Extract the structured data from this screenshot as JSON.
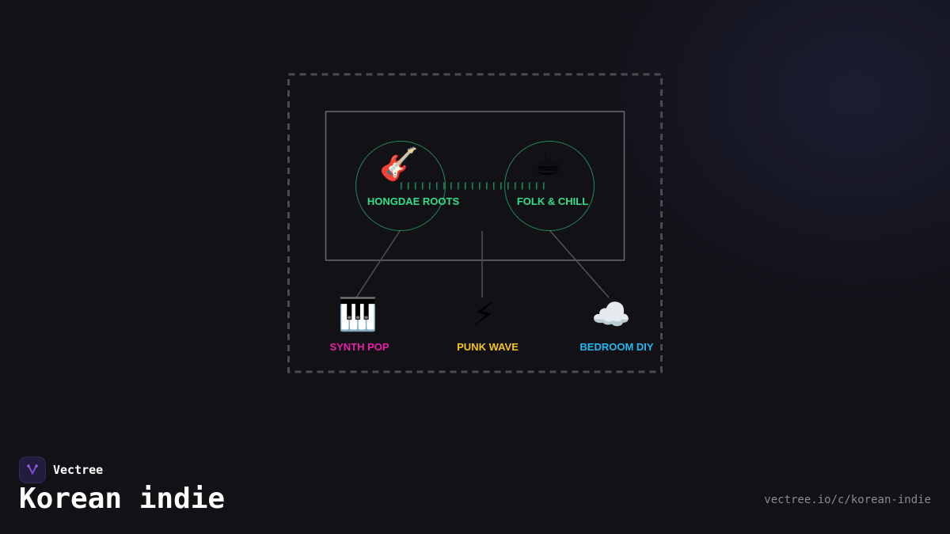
{
  "diagram": {
    "top_nodes": [
      {
        "label": "HONGDAE ROOTS",
        "icon": "guitar-icon",
        "glyph": "🎸"
      },
      {
        "label": "FOLK & CHILL",
        "icon": "coffee-icon",
        "glyph": "☕"
      }
    ],
    "bottom_nodes": [
      {
        "label": "SYNTH POP",
        "icon": "piano-keys-icon",
        "glyph": "🎹",
        "color": "#e91ea8"
      },
      {
        "label": "PUNK WAVE",
        "icon": "lightning-icon",
        "glyph": "⚡",
        "color": "#f5c518"
      },
      {
        "label": "BEDROOM DIY",
        "icon": "cloud-icon",
        "glyph": "☁️",
        "color": "#20b8f0"
      }
    ],
    "colors": {
      "top_label": "#2fe08a",
      "circle_stroke": "#1e8c58",
      "frame": "#6a6a70",
      "dashed": "#4a4a50",
      "connector": "#505056"
    }
  },
  "footer": {
    "brand": "Vectree",
    "logo_icon": "vectree-logo-icon",
    "title": "Korean indie",
    "url": "vectree.io/c/korean-indie"
  }
}
